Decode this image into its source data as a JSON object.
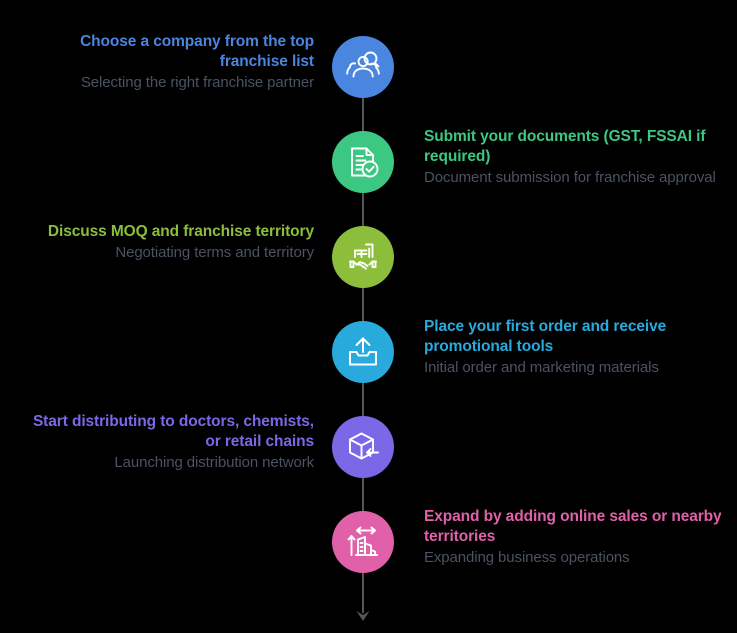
{
  "diagram": {
    "type": "vertical-process-timeline",
    "background_color": "#000000",
    "connector_color": "#55555c",
    "subtitle_color": "#4a5263",
    "step_count": 6,
    "steps": [
      {
        "index": 1,
        "side": "left",
        "title": "Choose a company from the top franchise list",
        "subtitle": "Selecting the right franchise partner",
        "color": "#4a85e0",
        "icon": "people-search-icon"
      },
      {
        "index": 2,
        "side": "right",
        "title": "Submit your documents (GST, FSSAI if required)",
        "subtitle": "Document submission for franchise approval",
        "color": "#3cc882",
        "icon": "document-check-icon"
      },
      {
        "index": 3,
        "side": "left",
        "title": "Discuss MOQ and franchise territory",
        "subtitle": "Negotiating terms and territory",
        "color": "#8cbe3c",
        "icon": "handshake-chart-icon"
      },
      {
        "index": 4,
        "side": "right",
        "title": "Place your first order and receive promotional tools",
        "subtitle": "Initial order and marketing materials",
        "color": "#28aadc",
        "icon": "upload-tray-icon"
      },
      {
        "index": 5,
        "side": "left",
        "title": "Start distributing to doctors, chemists, or retail chains",
        "subtitle": "Launching distribution network",
        "color": "#7b68e6",
        "icon": "box-delivery-icon"
      },
      {
        "index": 6,
        "side": "right",
        "title": "Expand by adding online sales or nearby territories",
        "subtitle": "Expanding business operations",
        "color": "#e060aa",
        "icon": "expand-building-icon"
      }
    ]
  }
}
